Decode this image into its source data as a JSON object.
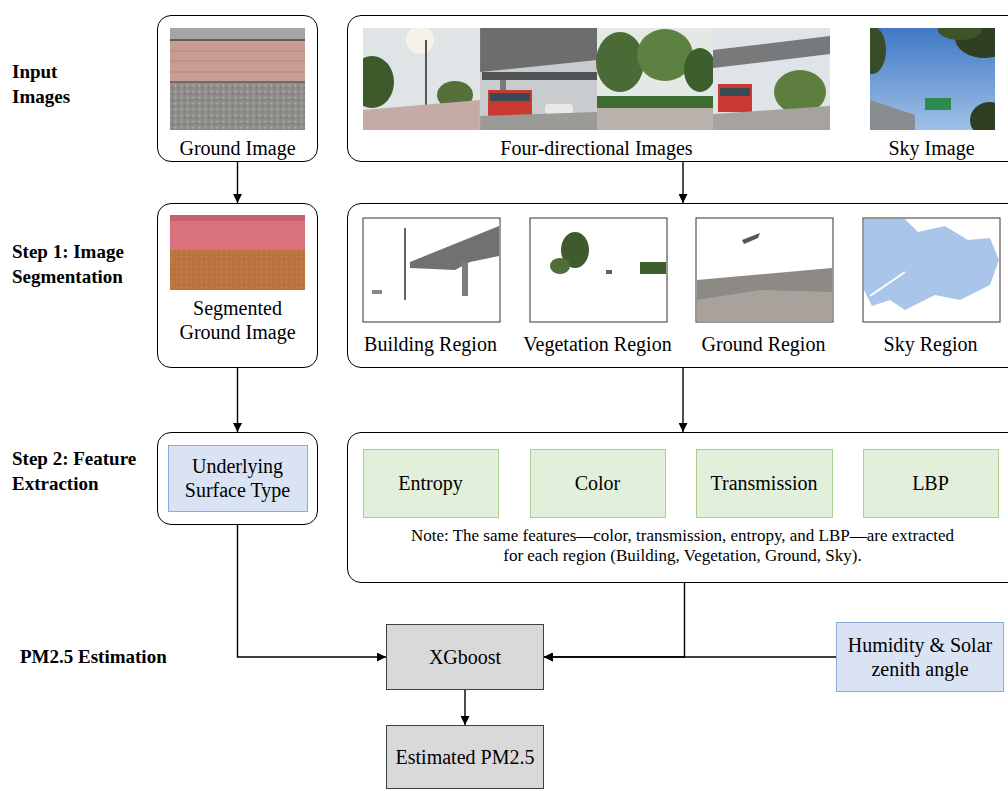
{
  "diagram": {
    "nodes": [
      {
        "text": [
          "Ground Image"
        ]
      },
      {
        "text": [
          "Four-directional Images",
          "Sky Image"
        ]
      },
      {
        "text": [
          "Segmented Ground Image"
        ]
      },
      {
        "text": [
          "Building Region",
          "Vegetation Region",
          "Ground Region",
          "Sky Region"
        ]
      },
      {
        "text": [
          "Underlying Surface Type"
        ]
      },
      {
        "text": [
          "Note: The same features—color, transmission, entropy, and LBP—are extracted for each region (Building, Vegetation, Ground, Sky)."
        ]
      },
      {
        "text": [
          "Entropy"
        ],
        "in": 5
      },
      {
        "text": [
          "Color"
        ],
        "in": 5
      },
      {
        "text": [
          "Transmission"
        ],
        "in": 5
      },
      {
        "text": [
          "LBP"
        ],
        "in": 5
      },
      {
        "text": [
          "XGboost"
        ]
      },
      {
        "text": [
          "Humidity & Solar zenith angle"
        ]
      },
      {
        "text": [
          "Estimated PM2.5"
        ]
      }
    ],
    "edges": [
      {
        "from": 0,
        "to": 2,
        "arrow": "to"
      },
      {
        "from": 1,
        "to": 3,
        "arrow": "to"
      },
      {
        "from": 2,
        "to": 4,
        "arrow": "to"
      },
      {
        "from": 3,
        "to": 5,
        "arrow": "to"
      },
      {
        "from": 4,
        "to": 10,
        "arrow": "to"
      },
      {
        "from": 5,
        "to": 10,
        "arrow": "to"
      },
      {
        "from": 11,
        "to": 10,
        "arrow": "to"
      },
      {
        "from": 10,
        "to": 12,
        "arrow": "to"
      }
    ],
    "labels": [
      "Input Images",
      "Step 1: Image Segmentation",
      "Step 2: Feature Extraction",
      "PM2.5 Estimation"
    ]
  }
}
